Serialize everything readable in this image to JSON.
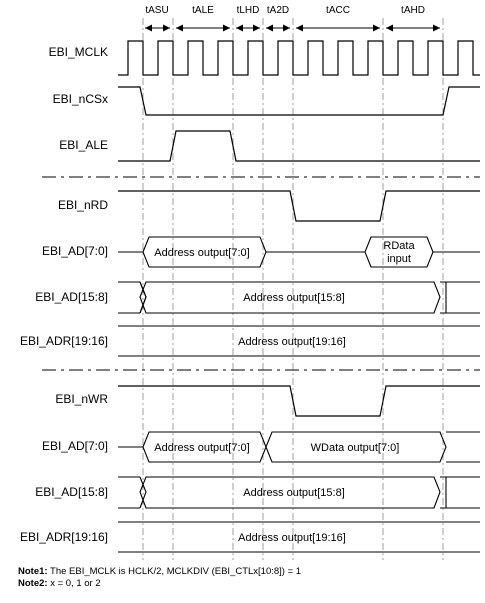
{
  "timing_labels": [
    "tASU",
    "tALE",
    "tLHD",
    "tA2D",
    "tACC",
    "tAHD"
  ],
  "signals": {
    "mclk": "EBI_MCLK",
    "ncs": "EBI_nCSx",
    "ale": "EBI_ALE",
    "nrd": "EBI_nRD",
    "ad_lo_read": "EBI_AD[7:0]",
    "ad_hi_read": "EBI_AD[15:8]",
    "adr_read": "EBI_ADR[19:16]",
    "nwr": "EBI_nWR",
    "ad_lo_write": "EBI_AD[7:0]",
    "ad_hi_write": "EBI_AD[15:8]",
    "adr_write": "EBI_ADR[19:16]"
  },
  "bus_text": {
    "addr_lo": "Address output[7:0]",
    "rdata_1": "RData",
    "rdata_2": "input",
    "addr_hi": "Address output[15:8]",
    "addr_top": "Address output[19:16]",
    "wdata": "WData output[7:0]"
  },
  "notes": {
    "note1_label": "Note1:",
    "note1_text": " The EBI_MCLK is HCLK/2, MCLKDIV (EBI_CTLx[10:8]) = 1",
    "note2_label": "Note2:",
    "note2_text": " x = 0, 1 or 2"
  }
}
